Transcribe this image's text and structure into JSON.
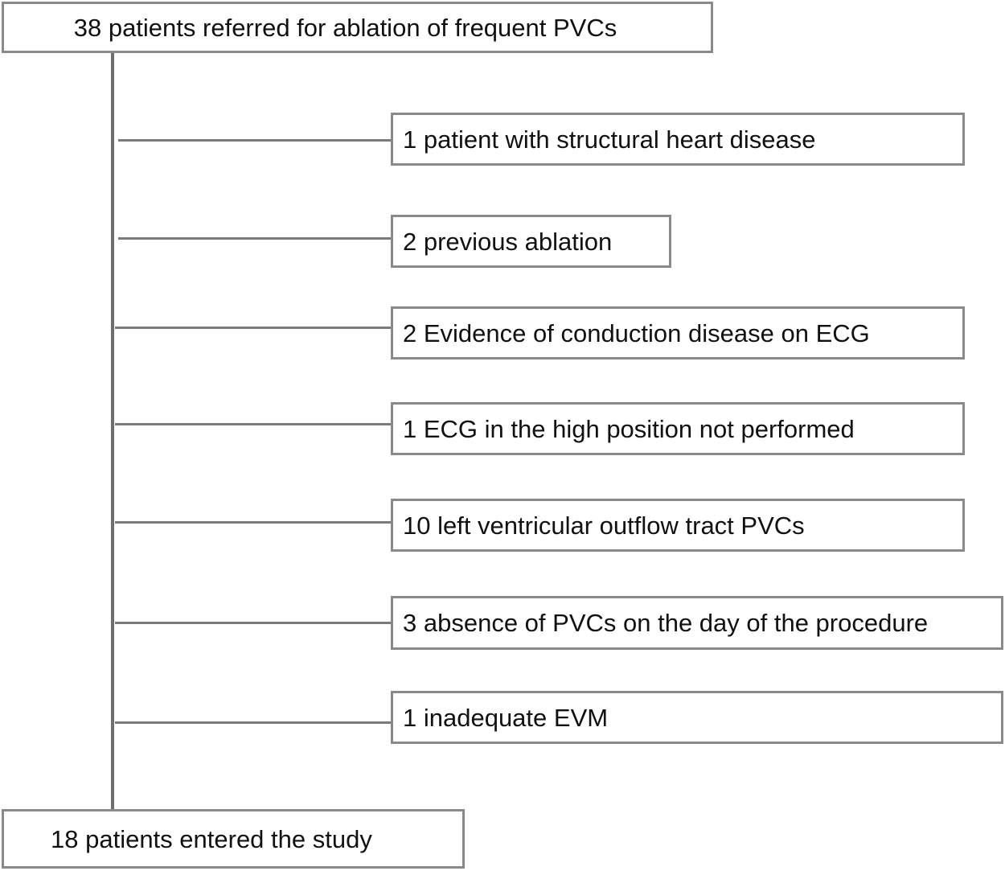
{
  "diagram": {
    "top_box": "38 patients referred for ablation of frequent PVCs",
    "exclusions": [
      "1 patient with structural heart disease",
      "2 previous ablation",
      "2 Evidence of conduction disease on ECG",
      "1 ECG in the high position not performed",
      "10 left ventricular outflow tract  PVCs",
      "3 absence of PVCs on the day of the procedure",
      "1 inadequate EVM"
    ],
    "bottom_box": "18 patients entered the study"
  }
}
